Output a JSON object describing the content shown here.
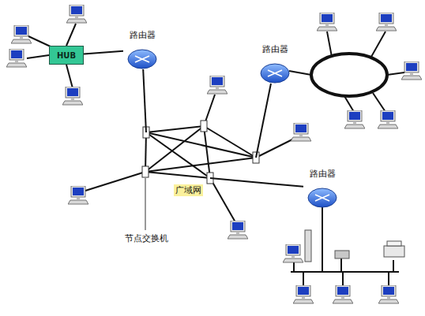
{
  "diagram": {
    "nodes": [
      {
        "text": [
          "HUB"
        ]
      },
      {
        "text": [
          "路由器"
        ]
      },
      {
        "text": [
          "路由器"
        ]
      },
      {
        "text": [
          "广域网"
        ]
      },
      {
        "text": [
          "路由器"
        ]
      }
    ],
    "edges": [
      {
        "from": 0,
        "to": 1,
        "arrow": "none"
      },
      {
        "from": 1,
        "to": 3,
        "arrow": "none"
      },
      {
        "from": 2,
        "to": 3,
        "arrow": "none"
      },
      {
        "from": 4,
        "to": 3,
        "arrow": "none"
      }
    ],
    "labels": [
      "节点交换机"
    ]
  }
}
